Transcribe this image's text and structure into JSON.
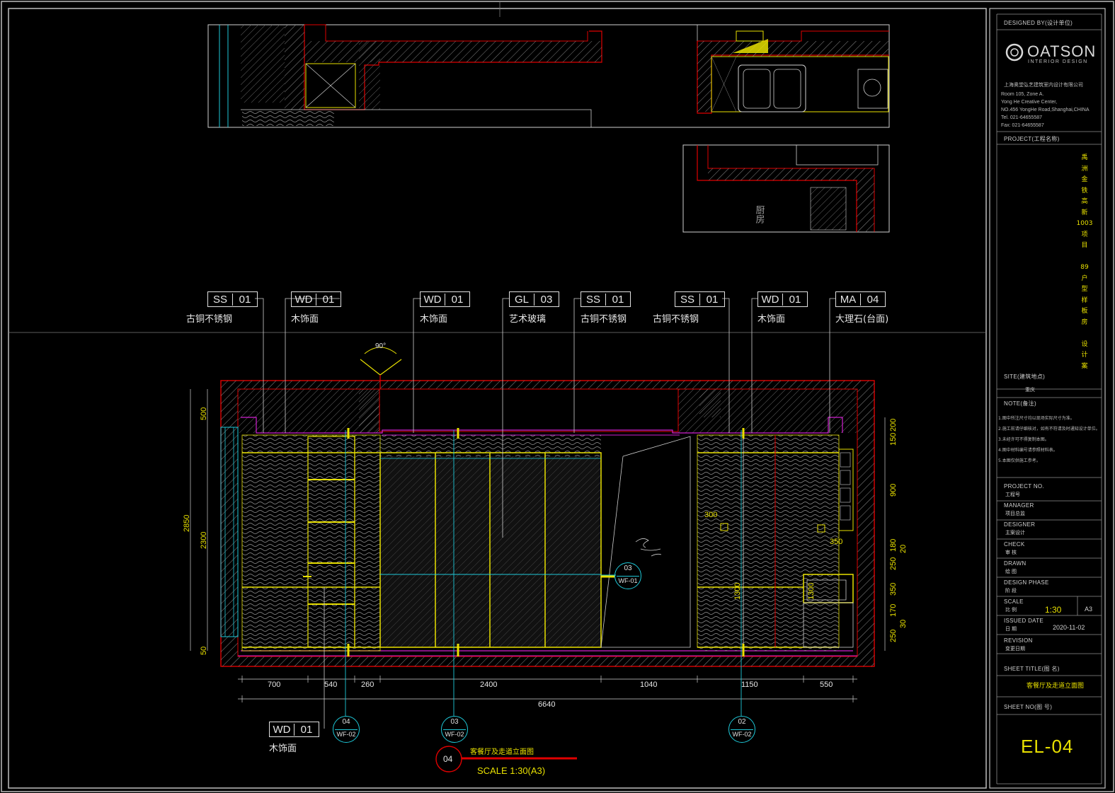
{
  "title_block": {
    "designed_by_label": "DESIGNED BY(设计单位)",
    "logo_text": "OATSON",
    "logo_sub": "INTERIOR DESIGN",
    "company_cn": "上海奥堂弘艺建筑室内设计有限公司",
    "address": [
      "Room 105, Zone A.",
      "Yong He Creative Center,",
      "NO.456 YongHe Road,Shanghai,CHINA",
      "Tel.  021-64655587",
      "Fax:  021-64655587"
    ],
    "project_label": "PROJECT(工程名称)",
    "project_name_vertical": [
      "禹",
      "洲",
      "金",
      "铁",
      "高",
      "新",
      "1003",
      "项",
      "目",
      "",
      "89",
      "户",
      "型",
      "样",
      "板",
      "房",
      "",
      "设",
      "计",
      "案"
    ],
    "site_label": "SITE(建筑地点)",
    "site_value": "重庆",
    "note_label": "NOTE(备注)",
    "notes": [
      "1.图中所注尺寸均以现场实际尺寸为准。",
      "2.施工前请仔细核对，如有不符请及时通知设计单位。",
      "3.未经许可不得复制本图。",
      "4.图中材料编号请参照材料表。",
      "5.本图仅供施工参考。"
    ],
    "fields": [
      {
        "en": "PROJECT NO.",
        "cn": "工程号",
        "value": ""
      },
      {
        "en": "MANAGER",
        "cn": "项目总监",
        "value": ""
      },
      {
        "en": "DESIGNER",
        "cn": "主案设计",
        "value": ""
      },
      {
        "en": "CHECK",
        "cn": "审 核",
        "value": ""
      },
      {
        "en": "DRAWN",
        "cn": "绘 图",
        "value": ""
      },
      {
        "en": "DESIGN PHASE",
        "cn": "阶 段",
        "value": ""
      },
      {
        "en": "SCALE",
        "cn": "比 例",
        "value": "1:30",
        "extra": "A3"
      },
      {
        "en": "ISSUED DATE",
        "cn": "日 期",
        "value": "2020-11-02"
      },
      {
        "en": "REVISION",
        "cn": "变更日期",
        "value": ""
      }
    ],
    "sheet_title_label": "SHEET TITLE(图 名)",
    "sheet_title": "客餐厅及走道立面图",
    "sheet_no_label": "SHEET NO(图 号)",
    "sheet_no": "EL-04"
  },
  "material_tags": [
    {
      "code": "SS",
      "num": "01",
      "desc": "古铜不锈钢"
    },
    {
      "code": "WD",
      "num": "01",
      "desc": "木饰面"
    },
    {
      "code": "WD",
      "num": "01",
      "desc": "木饰面"
    },
    {
      "code": "GL",
      "num": "03",
      "desc": "艺术玻璃"
    },
    {
      "code": "SS",
      "num": "01",
      "desc": "古铜不锈钢"
    },
    {
      "code": "SS",
      "num": "01",
      "desc": "古铜不锈钢"
    },
    {
      "code": "WD",
      "num": "01",
      "desc": "木饰面"
    },
    {
      "code": "MA",
      "num": "04",
      "desc": "大理石(台面)"
    }
  ],
  "bottom_tag": {
    "code": "WD",
    "num": "01",
    "desc": "木饰面"
  },
  "angle_label": "90°",
  "dims_horizontal": [
    "700",
    "540",
    "260",
    "2400",
    "1040",
    "1150",
    "550"
  ],
  "dim_total": "6640",
  "dims_left": [
    "500",
    "2850",
    "2300",
    "50"
  ],
  "dims_right": [
    "150",
    "200",
    "900",
    "180",
    "20",
    "250",
    "350",
    "170",
    "30",
    "250"
  ],
  "inner_dims": [
    "300",
    "350",
    "1300",
    "1300"
  ],
  "bubbles": [
    {
      "num": "04",
      "ref": "WF-02"
    },
    {
      "num": "03",
      "ref": "WF-02"
    },
    {
      "num": "02",
      "ref": "WF-02"
    },
    {
      "num": "03",
      "ref": "WF-01"
    }
  ],
  "drawing_title": {
    "num": "04",
    "name": "客餐厅及走道立面图",
    "scale": "SCALE 1:30(A3)"
  },
  "plan_label": "厨房",
  "colors": {
    "wall": "#e00000",
    "hatch": "#9a9a9a",
    "yellow": "#e8e000",
    "cyan": "#1ec8d8",
    "magenta": "#d020d0",
    "frame": "#bdbdbd"
  }
}
